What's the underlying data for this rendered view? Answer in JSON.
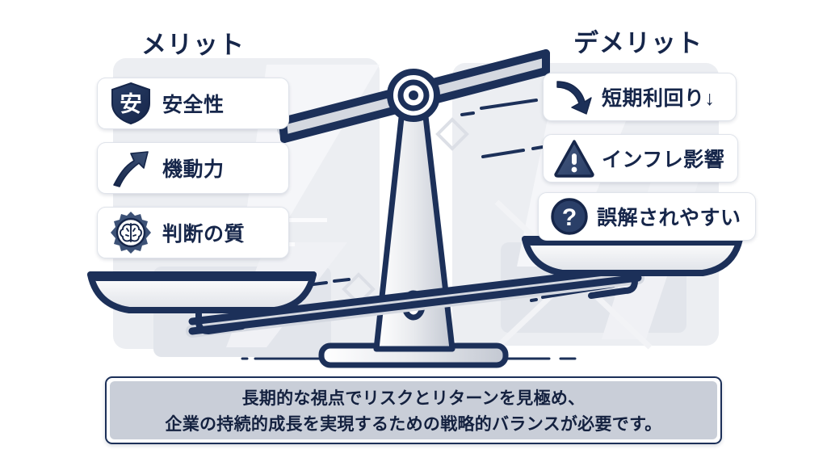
{
  "palette": {
    "navy": "#1c3059",
    "navy_dark": "#16264a",
    "navy_deep": "#14213f",
    "steel": "#3c5176",
    "card_bg": "#ffffff",
    "card_border": "#dfe3ea",
    "banner_bg": "#c9ced8",
    "page_bg": "#ffffff",
    "bg_shape": "#eceef2",
    "bg_shape_light": "#f3f4f7"
  },
  "columns": {
    "merit": {
      "title": "メリット",
      "items": [
        {
          "label": "安全性",
          "icon": "shield-badge-icon",
          "icon_text": "安"
        },
        {
          "label": "機動力",
          "icon": "upward-arrow-icon",
          "icon_text": ""
        },
        {
          "label": "判断の質",
          "icon": "gear-brain-icon",
          "icon_text": ""
        }
      ]
    },
    "demerit": {
      "title": "デメリット",
      "items": [
        {
          "label": "短期利回り↓",
          "icon": "curved-down-arrow-icon",
          "icon_text": ""
        },
        {
          "label": "インフレ影響",
          "icon": "warning-triangle-icon",
          "icon_text": "!"
        },
        {
          "label": "誤解されやすい",
          "icon": "question-circle-icon",
          "icon_text": "?"
        }
      ]
    }
  },
  "illustration": {
    "name": "balance-scale",
    "tilt": "right-side-up",
    "parts": [
      "beam",
      "pivot-hub",
      "center-column",
      "base-plinth",
      "left-pan",
      "right-pan",
      "hanger-rods"
    ]
  },
  "banner": {
    "line1": "長期的な視点でリスクとリターンを見極め、",
    "line2": "企業の持続的成長を実現するための戦略的バランスが必要です。"
  }
}
